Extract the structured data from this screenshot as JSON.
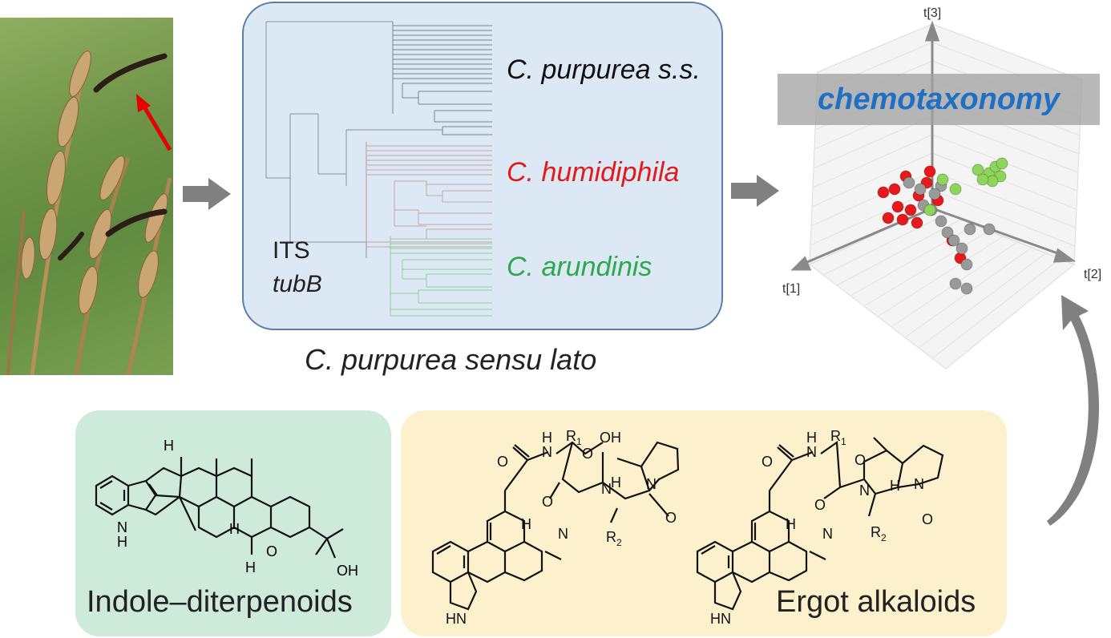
{
  "tree": {
    "species": [
      {
        "label": "C. purpurea s.s.",
        "color": "#111111"
      },
      {
        "label": "C. humidiphila",
        "color": "#e01b1b"
      },
      {
        "label": "C. arundinis",
        "color": "#2ea84f"
      }
    ],
    "markers": [
      "ITS",
      "tubB"
    ],
    "caption": "C. purpurea sensu lato"
  },
  "pca": {
    "banner": "chemotaxonomy",
    "axes": [
      "t[1]",
      "t[2]",
      "t[3]"
    ],
    "point_colors": {
      "red": "#e8191a",
      "grey": "#9a9a9a",
      "green": "#8ed65a"
    }
  },
  "compounds": {
    "indole_title": "Indole–diterpenoids",
    "ergot_title": "Ergot alkaloids",
    "atom_labels": {
      "H": "H",
      "OH": "OH",
      "HN": "HN",
      "O": "O",
      "N": "N",
      "R1": "R",
      "R1_sub": "1",
      "R2": "R",
      "R2_sub": "2"
    }
  },
  "colors": {
    "tree_panel_bg": "#dce8f4",
    "tree_panel_border": "#5a7ea8",
    "indole_panel_bg": "#cdeadb",
    "ergot_panel_bg": "#fdf0cd",
    "arrow": "#808080"
  }
}
